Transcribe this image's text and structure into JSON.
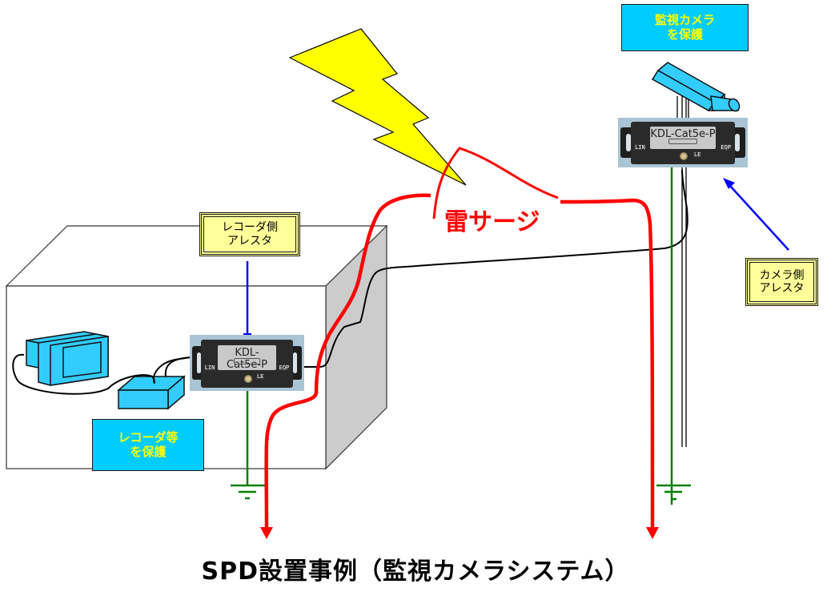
{
  "caption": "SPD設置事例（監視カメラシステム）",
  "labels": {
    "camera_protect": "監視カメラ\nを保護",
    "recorder_protect": "レコーダ等\nを保護",
    "recorder_arrester": "レコーダ側\nアレスタ",
    "camera_arrester": "カメラ側\nアレスタ",
    "lightning_surge": "雷サージ"
  },
  "devices": [
    {
      "id": "camera-side-spd",
      "model": "KDL-Cat5e-P",
      "port_in": "LIN",
      "port_out": "EQP",
      "ground_tag": "LE"
    },
    {
      "id": "recorder-side-spd",
      "model": "KDL-Cat5e-P",
      "port_in": "LIN",
      "port_out": "EQP",
      "ground_tag": "LE"
    }
  ],
  "colors": {
    "label_fill_cyan": "#00ccff",
    "label_text_yellow": "#ffff00",
    "arrester_fill": "#ffff99",
    "lightning": "#ffff00",
    "surge_red": "#ff0000",
    "ground_green": "#008000",
    "pointer_blue": "#0000ff",
    "equipment_cyan": "#33ccff",
    "building_side": "#cccccc"
  }
}
